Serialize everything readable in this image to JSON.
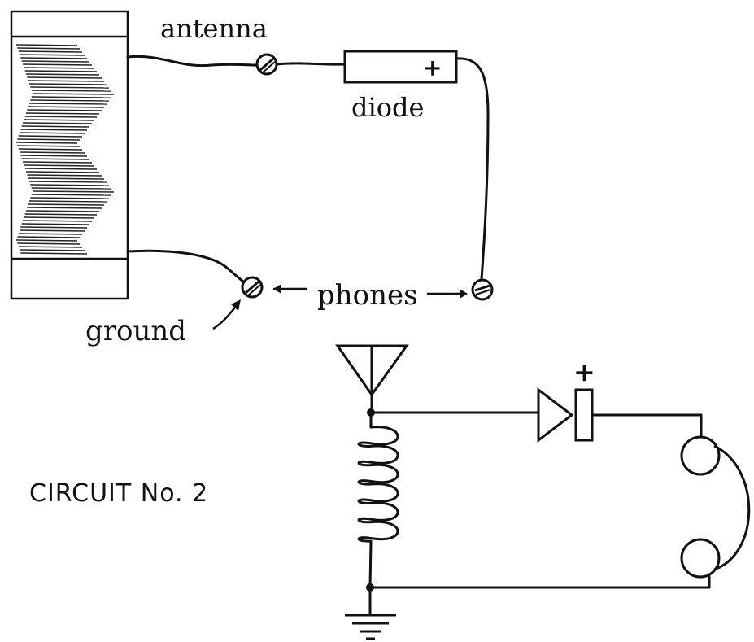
{
  "pictorial": {
    "labels": {
      "antenna": "antenna",
      "diode": "diode",
      "diode_plus": "+",
      "phones": "phones",
      "ground": "ground"
    }
  },
  "schematic": {
    "title": "CIRCUIT No. 2",
    "diode_plus": "+"
  },
  "colors": {
    "ink": "#111111",
    "background": "#ffffff"
  }
}
